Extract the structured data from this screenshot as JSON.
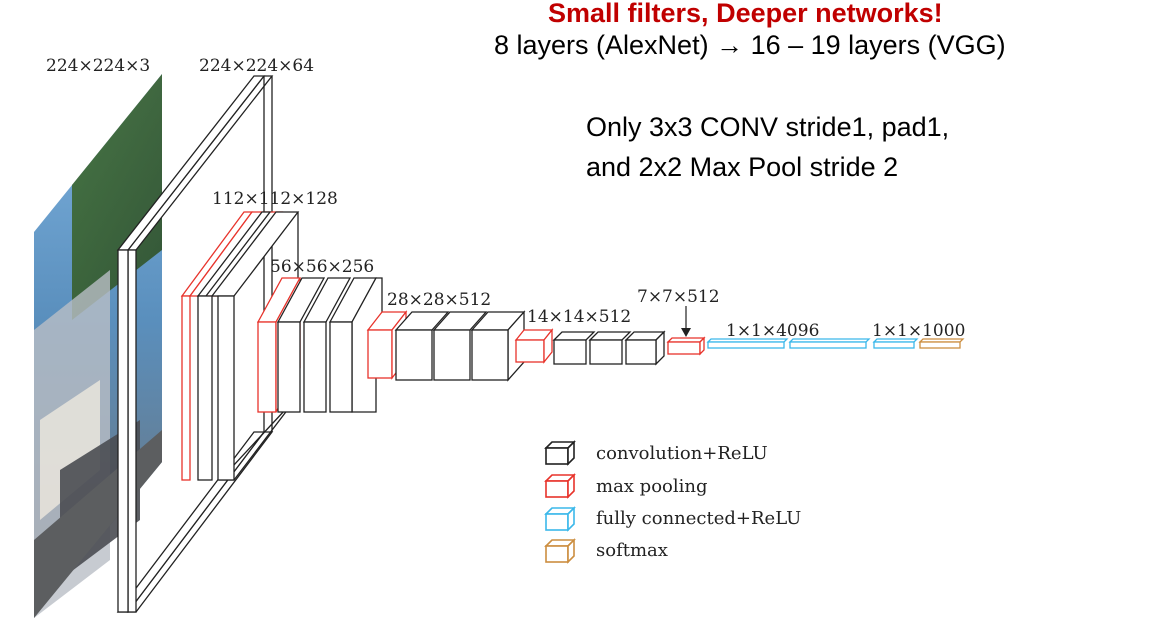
{
  "header": {
    "headline": "Small filters, Deeper networks!",
    "subline": "8 layers (AlexNet) → 16 – 19 layers (VGG)",
    "note_line1": "Only 3x3 CONV stride1, pad1,",
    "note_line2": "and 2x2 Max Pool stride 2"
  },
  "diagram": {
    "dimension_labels": [
      "224×224×3",
      "224×224×64",
      "112×112×128",
      "56×56×256",
      "28×28×512",
      "14×14×512",
      "7×7×512",
      "1×1×4096",
      "1×1×1000"
    ]
  },
  "legend": {
    "items": [
      {
        "label": "convolution+ReLU",
        "color": "#222222"
      },
      {
        "label": "max pooling",
        "color": "#e8332b"
      },
      {
        "label": "fully connected+ReLU",
        "color": "#3bb8ea"
      },
      {
        "label": "softmax",
        "color": "#cc8e40"
      }
    ]
  },
  "colors": {
    "title_red": "#c00000",
    "conv": "#222222",
    "pool": "#e8332b",
    "fc": "#3bb8ea",
    "softmax": "#cc8e40"
  }
}
